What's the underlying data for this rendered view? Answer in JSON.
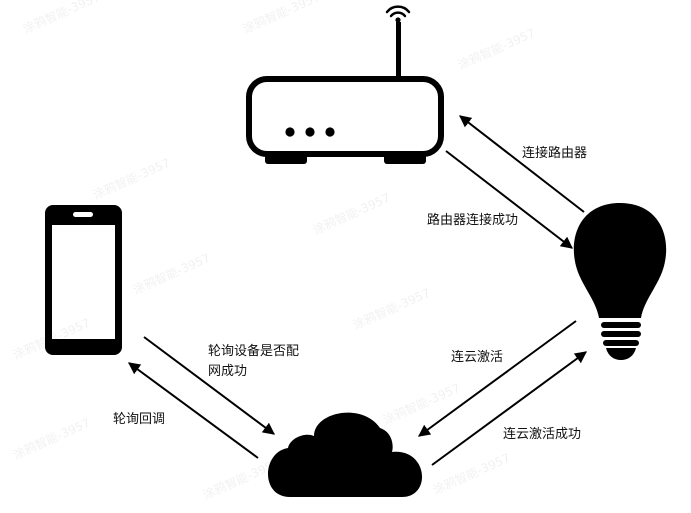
{
  "labels": {
    "connect_router": "连接路由器",
    "router_connected": "路由器连接成功",
    "cloud_activate": "连云激活",
    "cloud_activate_success": "连云激活成功",
    "poll_config": "轮询设备是否配",
    "poll_config_line2": "网成功",
    "poll_callback": "轮询回调"
  },
  "watermark": "涂鸦智能-3957",
  "colors": {
    "ink": "#000000",
    "background": "#ffffff",
    "screen": "#ffffff"
  },
  "nodes": {
    "router_icon": "router-icon",
    "bulb_icon": "lightbulb-icon",
    "phone_icon": "smartphone-icon",
    "cloud_icon": "cloud-icon"
  }
}
